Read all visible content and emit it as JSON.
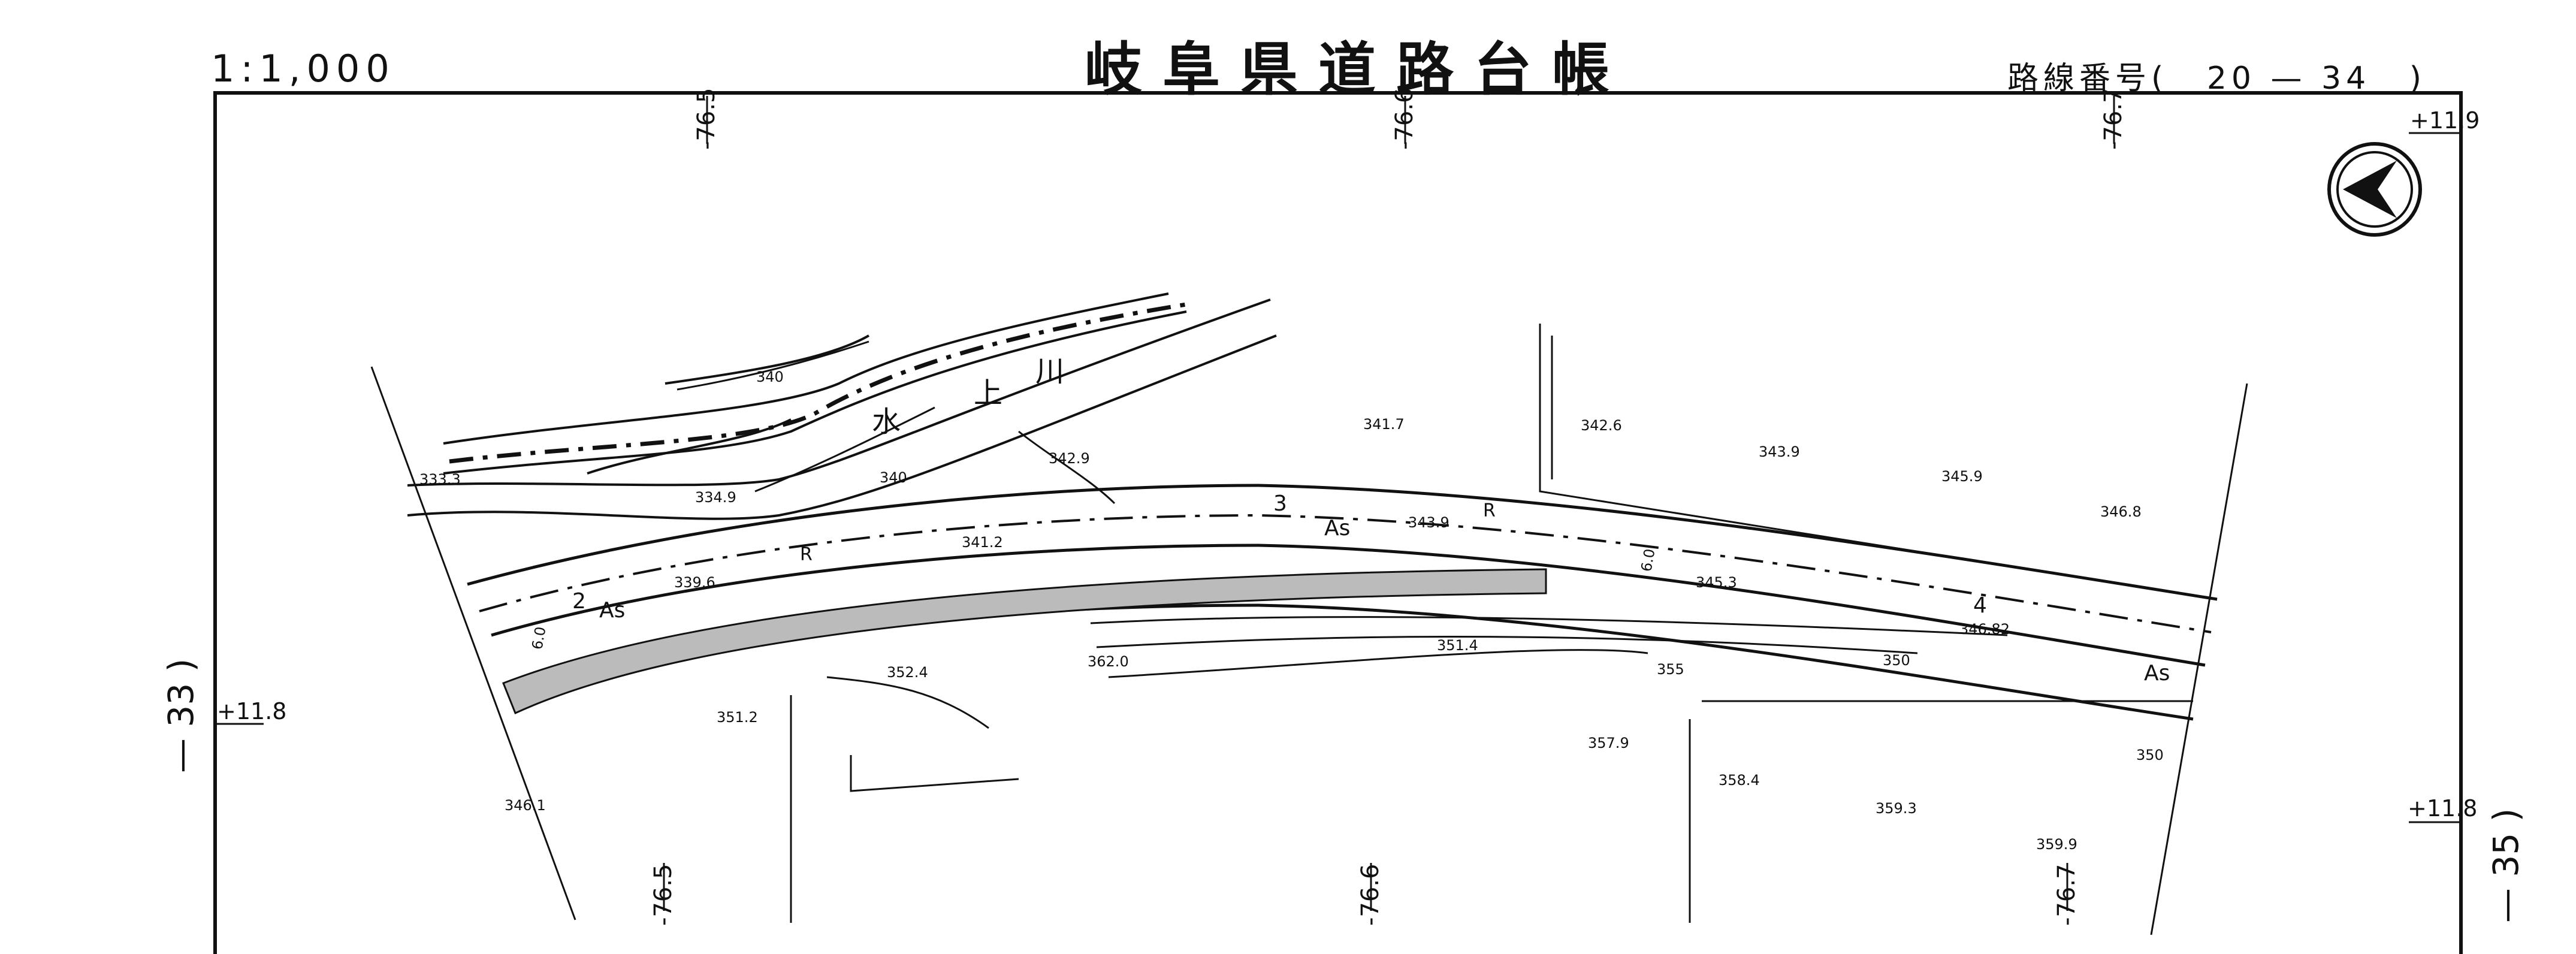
{
  "header": {
    "scale": "1:1,000",
    "title": "岐阜県道路台帳",
    "route_label": "路線番号(",
    "route_number": "20 — 34",
    "route_close": ")"
  },
  "adjacent_sheets": {
    "left": "— 33 )",
    "right": "— 35 )"
  },
  "grid": {
    "top_x": [
      "-76.5",
      "-76.6",
      "-76.7"
    ],
    "bottom_x": [
      "-76.5",
      "-76.6",
      "-76.7"
    ],
    "corner_top_right": "+11.9",
    "left_y": "+11.8",
    "right_y": "+11.8"
  },
  "map_labels": {
    "river": [
      "水",
      "上",
      "川"
    ],
    "surface": [
      "As",
      "As",
      "As"
    ],
    "road_marks": [
      "R",
      "R"
    ],
    "stations": [
      "2",
      "3",
      "4"
    ],
    "widths": [
      "6.0",
      "6.0"
    ],
    "elevations": [
      "340",
      "333.3",
      "334.9",
      "340",
      "342.9",
      "341.7",
      "342.6",
      "343.9",
      "345.9",
      "346.8",
      "339.6",
      "341.2",
      "343.9",
      "345.3",
      "346.82",
      "350",
      "351.4",
      "355",
      "362.0",
      "352.4",
      "351.2",
      "357.9",
      "358.4",
      "359.3",
      "359.9",
      "346.1",
      "350"
    ]
  },
  "icons": {
    "north_arrow": "north-arrow-icon"
  }
}
